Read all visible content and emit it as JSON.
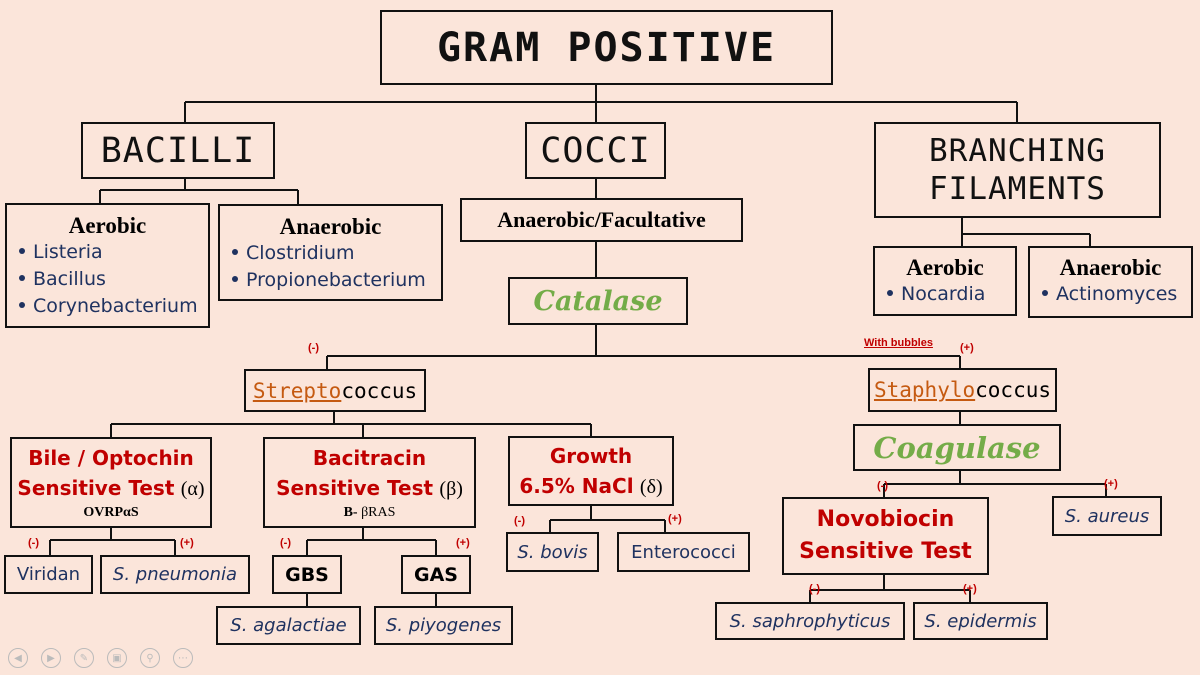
{
  "root": "GRAM POSITIVE",
  "bacilli": {
    "title": "BACILLI",
    "aerobic": {
      "heading": "Aerobic",
      "items": [
        "Listeria",
        "Bacillus",
        "Corynebacterium"
      ]
    },
    "anaerobic": {
      "heading": "Anaerobic",
      "items": [
        "Clostridium",
        "Propionebacterium"
      ]
    }
  },
  "cocci": {
    "title": "COCCI",
    "oxygen": "Anaerobic/Facultative",
    "catalase": "Catalase",
    "neg": "(-)",
    "pos": "(+)",
    "bubbles": "With bubbles"
  },
  "branching": {
    "title_line1": "BRANCHING",
    "title_line2": "FILAMENTS",
    "aerobic": {
      "heading": "Aerobic",
      "items": [
        "Nocardia"
      ]
    },
    "anaerobic": {
      "heading": "Anaerobic",
      "items": [
        "Actinomyces"
      ]
    }
  },
  "strep": {
    "prefix": "Strepto",
    "suffix": "coccus",
    "bile": {
      "line1": "Bile / Optochin",
      "line2": "Sensitive Test",
      "greek": "(α)",
      "mnemonic": "OVRPαS",
      "neg": "(-)",
      "pos": "(+)",
      "neg_result": "Viridan",
      "pos_result": "S. pneumonia"
    },
    "bacitracin": {
      "line1": "Bacitracin",
      "line2": "Sensitive Test",
      "greek": "(β)",
      "mnemonic_b": "B-",
      "mnemonic_rest": " βRAS",
      "neg": "(-)",
      "pos": "(+)",
      "neg_result": "GBS",
      "pos_result": "GAS",
      "neg_species": "S. agalactiae",
      "pos_species": "S. piyogenes"
    },
    "growth": {
      "line1": "Growth",
      "line2": "6.5% NaCl",
      "greek": "(δ)",
      "neg": "(-)",
      "pos": "(+)",
      "neg_result": "S. bovis",
      "pos_result": "Enterococci"
    }
  },
  "staph": {
    "prefix": "Staphylo",
    "suffix": "coccus",
    "coagulase": "Coagulase",
    "coag_neg": "(-)",
    "coag_pos": "(+)",
    "aureus": "S. aureus",
    "novo": {
      "line1": "Novobiocin",
      "line2": "Sensitive Test",
      "neg": "(-)",
      "pos": "(+)",
      "neg_result": "S. saphrophyticus",
      "pos_result": "S. epidermis"
    }
  },
  "nav_icons": [
    "prev-slide-icon",
    "next-slide-icon",
    "pen-icon",
    "slides-icon",
    "zoom-icon",
    "more-icon"
  ]
}
